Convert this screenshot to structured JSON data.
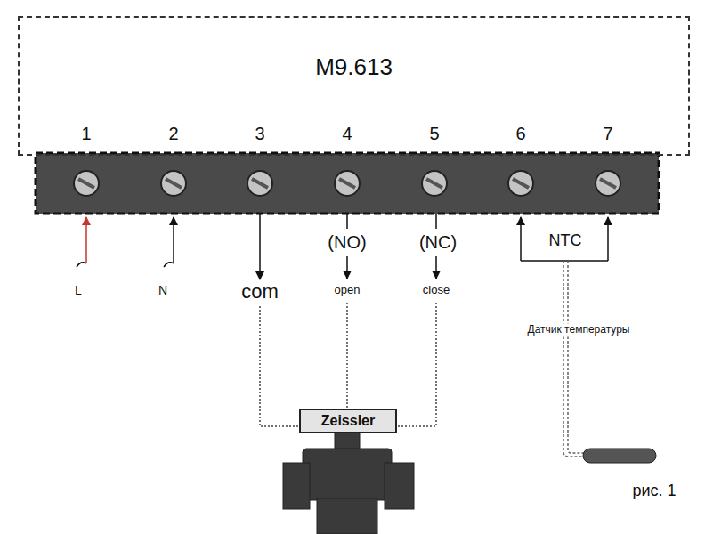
{
  "diagram": {
    "nodes": [
      {
        "text": [
          "M9.613"
        ]
      },
      {
        "text": [
          "Zeissler"
        ]
      }
    ],
    "edges": [
      {
        "from": 0,
        "to": 1,
        "arrow": "none"
      },
      {
        "from": 0,
        "to": 1,
        "arrow": "none"
      },
      {
        "from": 0,
        "to": 1,
        "arrow": "none"
      }
    ],
    "labels": [
      "1",
      "2",
      "3",
      "4",
      "5",
      "6",
      "7",
      "L",
      "N",
      "com",
      "(NO)",
      "open",
      "(NC)",
      "close",
      "NTC",
      "Датчик температуры",
      "рис. 1"
    ]
  }
}
